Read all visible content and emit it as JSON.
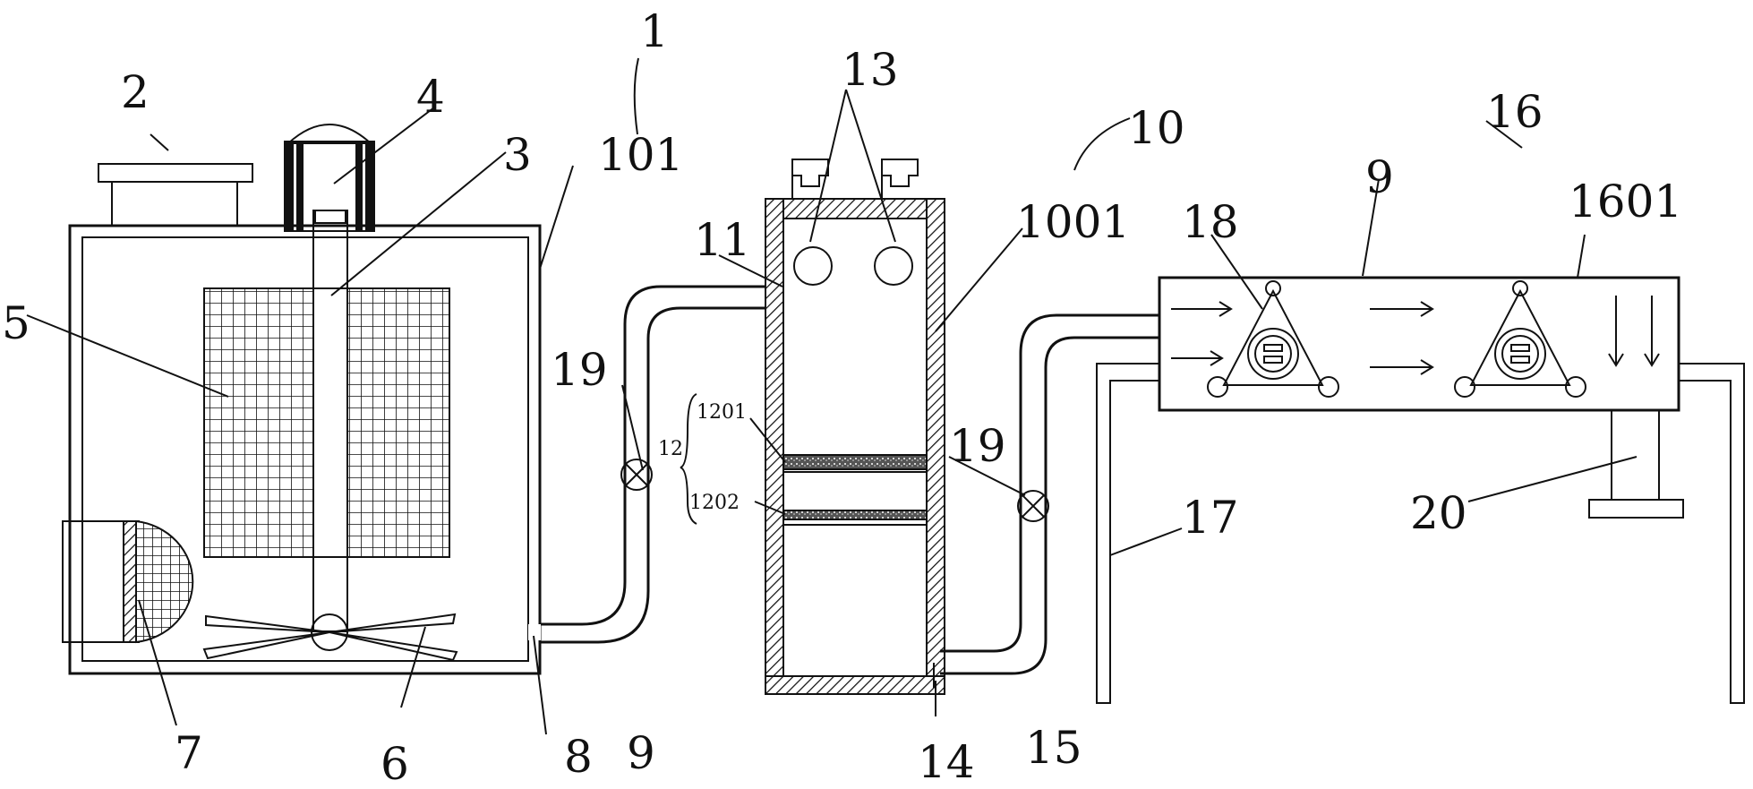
{
  "labels": {
    "l1": "1",
    "l2": "2",
    "l3": "3",
    "l4": "4",
    "l5": "5",
    "l6": "6",
    "l7": "7",
    "l8": "8",
    "l9a": "9",
    "l9b": "9",
    "l10": "10",
    "l11": "11",
    "l12": "12",
    "l13": "13",
    "l14": "14",
    "l15": "15",
    "l16": "16",
    "l17": "17",
    "l18": "18",
    "l19a": "19",
    "l19b": "19",
    "l20": "20",
    "l101": "101",
    "l1001": "1001",
    "l1601": "1601",
    "l1201": "1201",
    "l1202": "1202"
  }
}
